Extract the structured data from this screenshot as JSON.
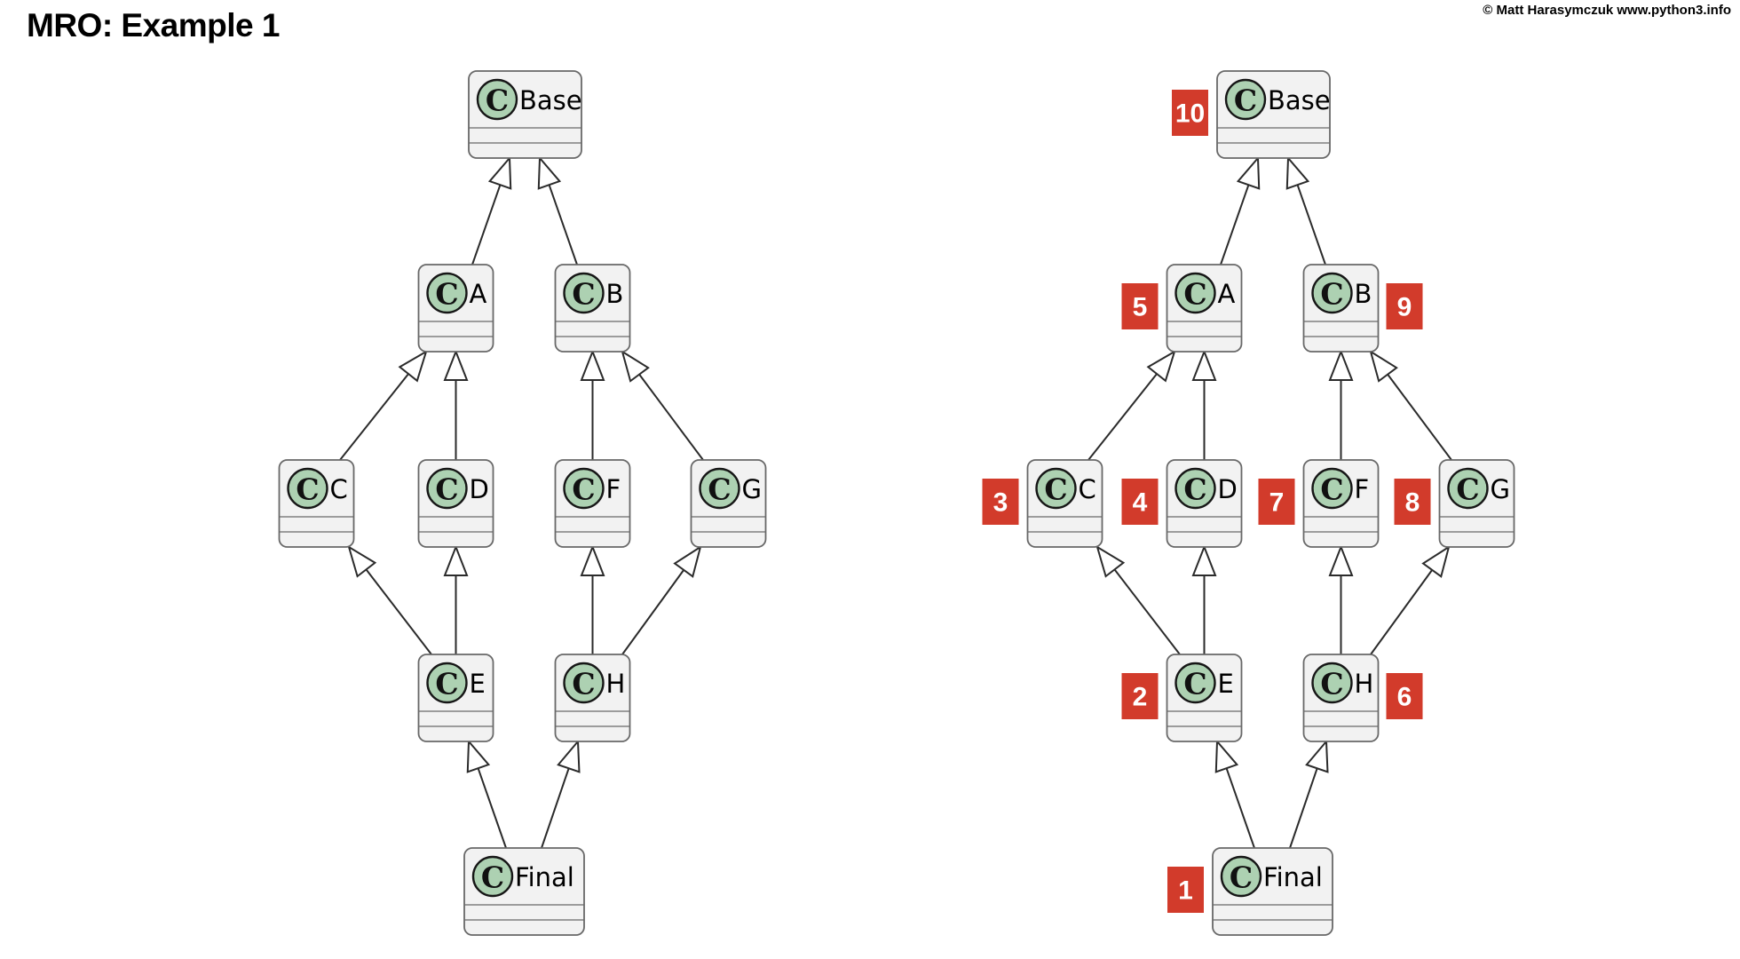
{
  "page": {
    "title": "MRO: Example 1",
    "copyright": "© Matt Harasymczuk www.python3.info"
  },
  "diagram": {
    "icon_letter": "C",
    "nodes": [
      {
        "id": "Base",
        "label": "Base"
      },
      {
        "id": "A",
        "label": "A"
      },
      {
        "id": "B",
        "label": "B"
      },
      {
        "id": "C",
        "label": "C"
      },
      {
        "id": "D",
        "label": "D"
      },
      {
        "id": "F",
        "label": "F"
      },
      {
        "id": "G",
        "label": "G"
      },
      {
        "id": "E",
        "label": "E"
      },
      {
        "id": "H",
        "label": "H"
      },
      {
        "id": "Final",
        "label": "Final"
      }
    ],
    "edges": [
      {
        "from": "A",
        "to": "Base"
      },
      {
        "from": "B",
        "to": "Base"
      },
      {
        "from": "C",
        "to": "A"
      },
      {
        "from": "D",
        "to": "A"
      },
      {
        "from": "F",
        "to": "B"
      },
      {
        "from": "G",
        "to": "B"
      },
      {
        "from": "E",
        "to": "C"
      },
      {
        "from": "E",
        "to": "D"
      },
      {
        "from": "H",
        "to": "F"
      },
      {
        "from": "H",
        "to": "G"
      },
      {
        "from": "Final",
        "to": "E"
      },
      {
        "from": "Final",
        "to": "H"
      }
    ]
  },
  "mro_order": {
    "Final": "1",
    "E": "2",
    "C": "3",
    "D": "4",
    "A": "5",
    "H": "6",
    "F": "7",
    "G": "8",
    "B": "9",
    "Base": "10"
  },
  "colors": {
    "node_fill": "#f2f2f2",
    "node_border": "#686868",
    "separator": "#6a6a6a",
    "circle_fill": "#add1b2",
    "circle_border": "#161616",
    "edge": "#2b2b2b",
    "arrow_fill": "#ffffff",
    "badge": "#d23b2b",
    "badge_text": "#ffffff"
  }
}
